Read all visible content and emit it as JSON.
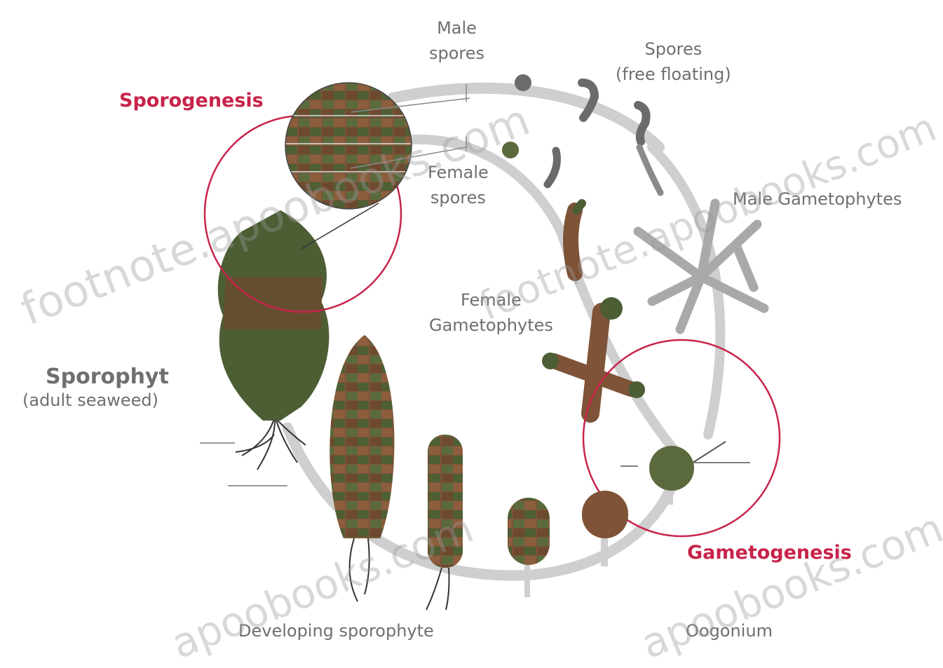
{
  "diagram": {
    "labels": {
      "male_spores": [
        "Male",
        "spores"
      ],
      "spores_free": [
        "Spores",
        "(free floating)"
      ],
      "female_spores": [
        "Female",
        "spores"
      ],
      "male_gametophytes": "Male Gametophytes",
      "female_gametophytes": [
        "Female",
        "Gametophytes"
      ],
      "sporophyte_title": "Sporophyt",
      "sporophyte_sub": "(adult seaweed)",
      "developing_sporophyte": "Developing sporophyte",
      "oogonium": "Oogonium",
      "sporogenesis": "Sporogenesis",
      "gametogenesis": "Gametogenesis"
    },
    "watermarks": [
      "footnote.apoobooks.com",
      "footnote.apoobooks.com",
      "apoobooks.com",
      "apoobooks.com"
    ],
    "colors": {
      "accent_red": "#c8234a",
      "cycle_gray": "#cfcfcf",
      "kelp_green": "#4d5e35",
      "kelp_brown": "#7e5337",
      "label_gray": "#6f6f6f"
    }
  }
}
